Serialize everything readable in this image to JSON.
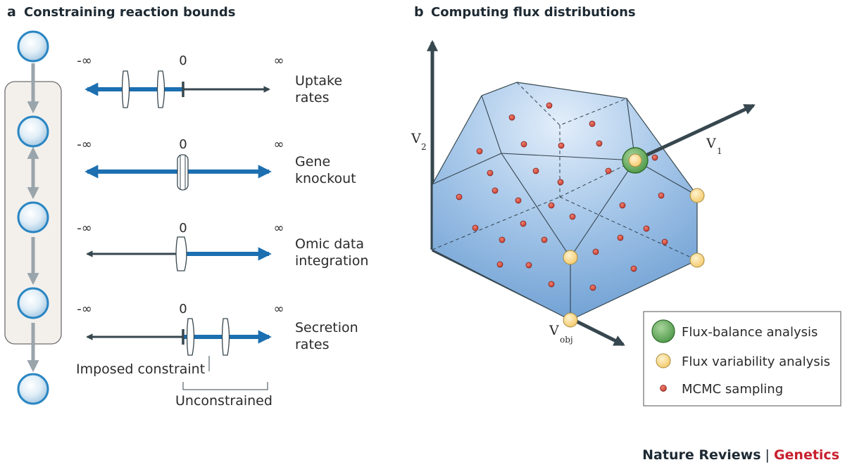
{
  "panel_a": {
    "letter": "a",
    "title": "Constraining reaction bounds",
    "rows": [
      {
        "neg": "-∞",
        "zero": "0",
        "pos": "∞",
        "label_line1": "Uptake",
        "label_line2": "rates"
      },
      {
        "neg": "-∞",
        "zero": "0",
        "pos": "∞",
        "label_line1": "Gene",
        "label_line2": "knockout"
      },
      {
        "neg": "-∞",
        "zero": "0",
        "pos": "∞",
        "label_line1": "Omic data",
        "label_line2": "integration"
      },
      {
        "neg": "-∞",
        "zero": "0",
        "pos": "∞",
        "label_line1": "Secretion",
        "label_line2": "rates"
      }
    ],
    "imposed_constraint": "Imposed constraint",
    "unconstrained": "Unconstrained"
  },
  "panel_b": {
    "letter": "b",
    "title": "Computing flux distributions",
    "axes": {
      "v2": "V",
      "v2_sub": "2",
      "v1": "V",
      "v1_sub": "1",
      "vobj": "V",
      "vobj_sub": "obj"
    },
    "legend": [
      {
        "label": "Flux-balance analysis",
        "color": "#5fa657"
      },
      {
        "label": "Flux variability analysis",
        "color": "#f7d27a"
      },
      {
        "label": "MCMC sampling",
        "color": "#d9473c"
      }
    ]
  },
  "credit": {
    "journal": "Nature Reviews",
    "separator": "|",
    "section": "Genetics",
    "section_color": "#c8202f"
  },
  "colors": {
    "flux_blue": "#1c6fb0",
    "arrow_dark": "#37474f",
    "node_blue": "#2a86c3",
    "pathway_arrow": "#9aa4ab"
  }
}
